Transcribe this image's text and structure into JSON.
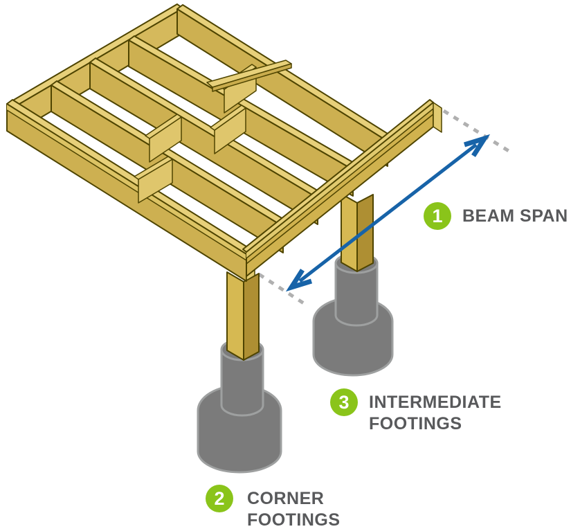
{
  "diagram": {
    "description": "Isometric illustration of a wooden deck frame supported by a beam, posts and concrete footings",
    "annotations": {
      "beam_span": {
        "number": "1",
        "label": "BEAM SPAN"
      },
      "corner_footings": {
        "number": "2",
        "line1": "CORNER",
        "line2": "FOOTINGS"
      },
      "intermediate_footings": {
        "number": "3",
        "line1": "INTERMEDIATE",
        "line2": "FOOTINGS"
      }
    },
    "colors": {
      "badge_green": "#8AC41A",
      "arrow_blue": "#1763A8",
      "label_gray": "#58595B",
      "dotted_gray": "#B0B0B0",
      "wood_light": "#E7D07A",
      "wood_medium": "#CDB051",
      "wood_dark": "#B39434",
      "wood_outline": "#4E4400",
      "concrete_gray": "#7B7B7B"
    }
  }
}
